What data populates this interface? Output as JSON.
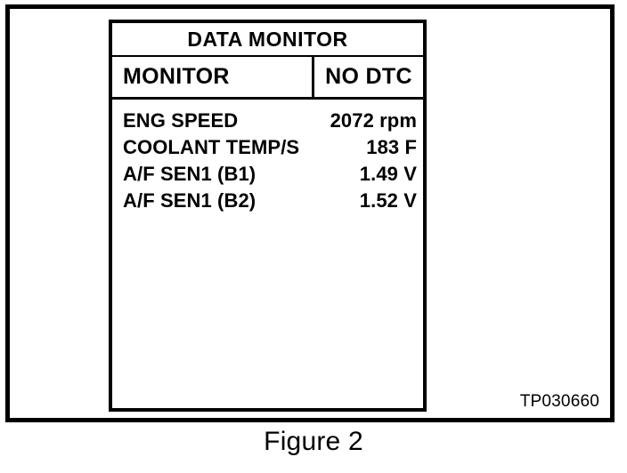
{
  "figure": {
    "caption": "Figure 2",
    "reference_code": "TP030660"
  },
  "scan_tool_panel": {
    "title": "DATA MONITOR",
    "header": {
      "left_label": "MONITOR",
      "right_label": "NO DTC"
    },
    "parameters": [
      {
        "label": "ENG SPEED",
        "value": "2072 rpm"
      },
      {
        "label": "COOLANT TEMP/S",
        "value": "183 F"
      },
      {
        "label": "A/F SEN1 (B1)",
        "value": "1.49 V"
      },
      {
        "label": "A/F SEN1 (B2)",
        "value": "1.52 V"
      }
    ]
  },
  "colors": {
    "ink": "#000000",
    "paper": "#ffffff"
  }
}
